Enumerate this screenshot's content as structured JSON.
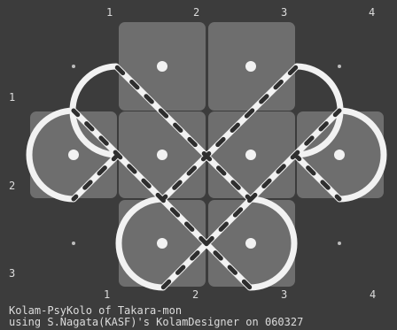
{
  "caption": {
    "line1": "Kolam-PsyKolo of Takara-mon",
    "line2": "using S.Nagata(KASF)'s KolamDesigner on 060327"
  },
  "grid": {
    "top_column_labels": [
      "1",
      "2",
      "3",
      "4"
    ],
    "bottom_column_labels": [
      "1",
      "2",
      "3",
      "4"
    ],
    "left_row_labels": [
      "1",
      "2",
      "3"
    ]
  },
  "colors": {
    "background": "#3c3c3c",
    "cell": "#6e6e6e",
    "line": "#f2f2f2",
    "dash": "#2e2e2e",
    "text": "#dcdcdc"
  }
}
